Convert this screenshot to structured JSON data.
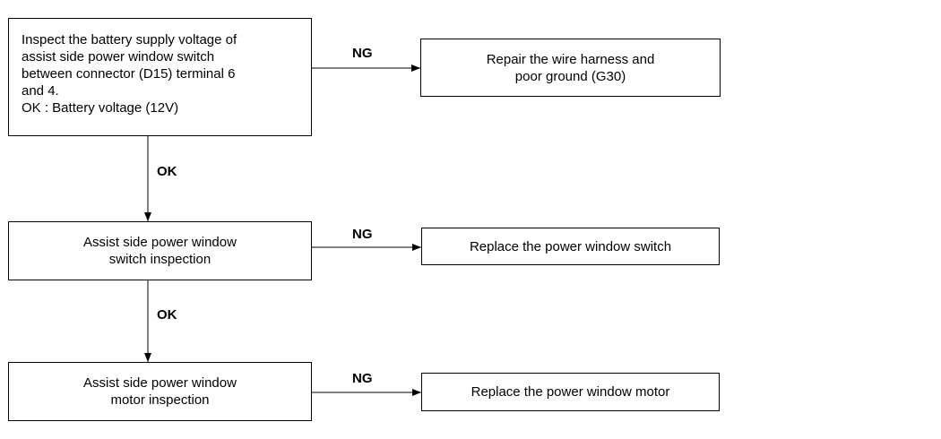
{
  "flow": {
    "step1": {
      "lines": [
        "Inspect the battery supply voltage of",
        "assist side power window switch",
        "between connector (D15) terminal 6",
        "and 4.",
        "OK : Battery voltage (12V)"
      ]
    },
    "step2": {
      "lines": [
        "Assist side power window",
        "switch inspection"
      ]
    },
    "step3": {
      "lines": [
        "Assist side power window",
        "motor inspection"
      ]
    },
    "result1": {
      "lines": [
        "Repair the wire harness and",
        "poor ground (G30)"
      ]
    },
    "result2": {
      "lines": [
        "Replace the power window switch"
      ]
    },
    "result3": {
      "lines": [
        "Replace the power window motor"
      ]
    },
    "labels": {
      "ng1": "NG",
      "ng2": "NG",
      "ng3": "NG",
      "ok1": "OK",
      "ok2": "OK"
    }
  }
}
